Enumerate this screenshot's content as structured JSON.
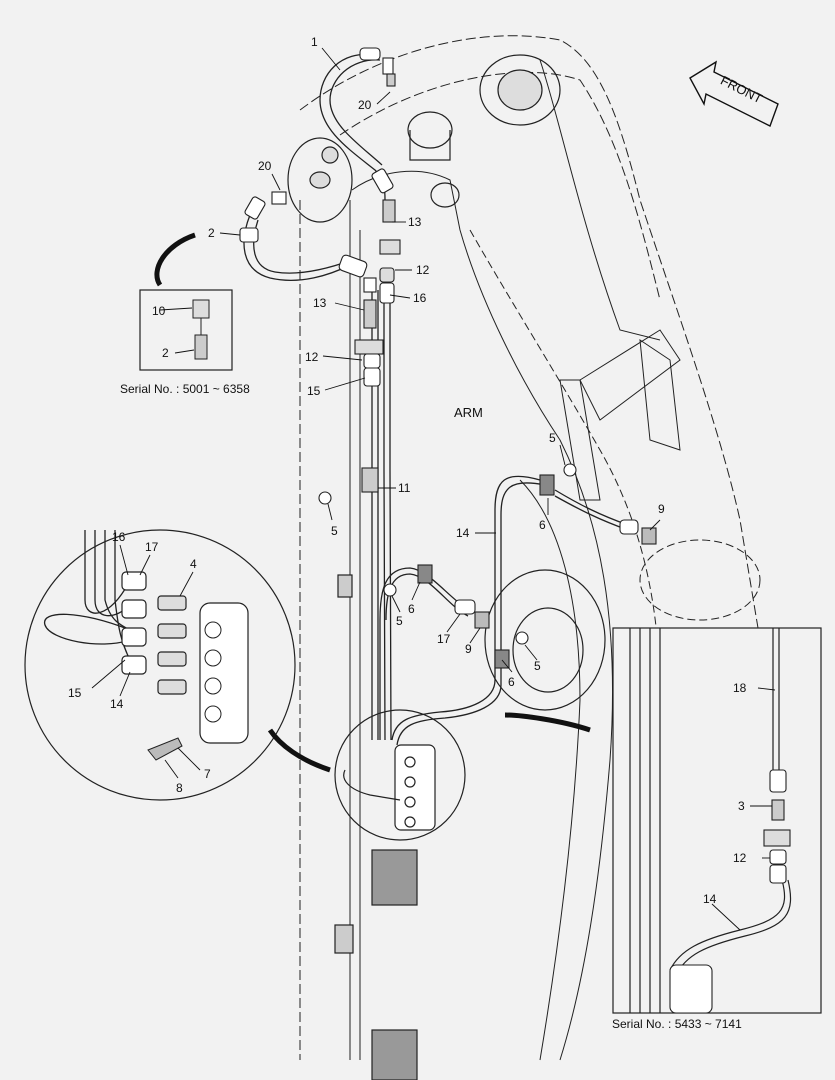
{
  "direction": {
    "label": "FRONT"
  },
  "arm_label": "ARM",
  "callouts": {
    "c1": "1",
    "c2a": "2",
    "c2b": "2",
    "c3": "3",
    "c4": "4",
    "c5a": "5",
    "c5b": "5",
    "c5c": "5",
    "c5d": "5",
    "c6a": "6",
    "c6b": "6",
    "c6c": "6",
    "c7": "7",
    "c8": "8",
    "c9a": "9",
    "c9b": "9",
    "c10": "10",
    "c11": "11",
    "c12a": "12",
    "c12b": "12",
    "c12c": "12",
    "c13a": "13",
    "c13b": "13",
    "c14a": "14",
    "c14b": "14",
    "c14c": "14",
    "c15a": "15",
    "c15b": "15",
    "c16a": "16",
    "c16b": "16",
    "c17a": "17",
    "c17b": "17",
    "c18": "18",
    "c20a": "20",
    "c20b": "20"
  },
  "insets": {
    "serial_small": "Serial No. : 5001 ~ 6358",
    "serial_large": "Serial No. : 5433 ~ 7141"
  }
}
